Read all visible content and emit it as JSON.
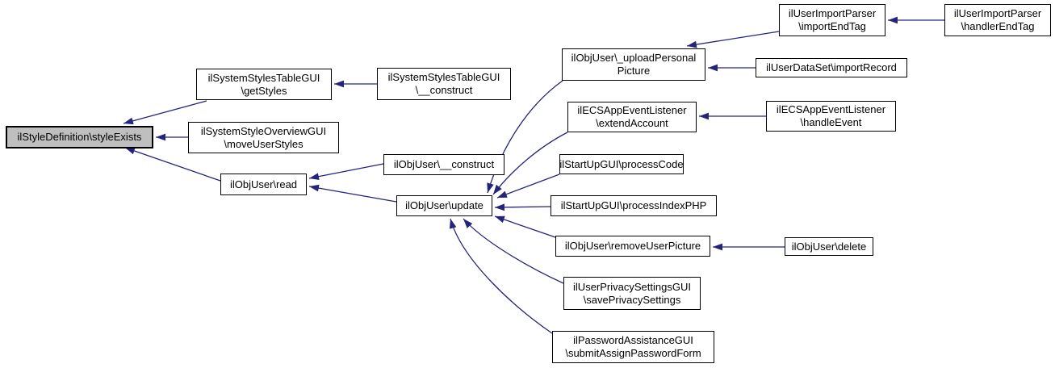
{
  "diagram": {
    "kind": "doxygen-caller-graph",
    "colors": {
      "background": "#ffffff",
      "edge": "#25247b",
      "node_border": "#000000",
      "node_fill": "#ffffff",
      "highlight_fill": "#bfbfbf"
    },
    "nodes": [
      {
        "id": "styleExists",
        "label": "ilStyleDefinition\\styleExists",
        "highlighted": true
      },
      {
        "id": "getStyles",
        "label": "ilSystemStylesTableGUI\n\\getStyles",
        "highlighted": false
      },
      {
        "id": "stylesTableConstruct",
        "label": "ilSystemStylesTableGUI\n\\__construct",
        "highlighted": false
      },
      {
        "id": "moveUserStyles",
        "label": "ilSystemStyleOverviewGUI\n\\moveUserStyles",
        "highlighted": false
      },
      {
        "id": "read",
        "label": "ilObjUser\\read",
        "highlighted": false
      },
      {
        "id": "objUserConstruct",
        "label": "ilObjUser\\__construct",
        "highlighted": false
      },
      {
        "id": "update",
        "label": "ilObjUser\\update",
        "highlighted": false
      },
      {
        "id": "uploadPersonalPicture",
        "label": "ilObjUser\\_uploadPersonal\nPicture",
        "highlighted": false
      },
      {
        "id": "importEndTag",
        "label": "ilUserImportParser\n\\importEndTag",
        "highlighted": false
      },
      {
        "id": "handlerEndTag",
        "label": "ilUserImportParser\n\\handlerEndTag",
        "highlighted": false
      },
      {
        "id": "importRecord",
        "label": "ilUserDataSet\\importRecord",
        "highlighted": false
      },
      {
        "id": "extendAccount",
        "label": "ilECSAppEventListener\n\\extendAccount",
        "highlighted": false
      },
      {
        "id": "handleEvent",
        "label": "ilECSAppEventListener\n\\handleEvent",
        "highlighted": false
      },
      {
        "id": "processCode",
        "label": "ilStartUpGUI\\processCode",
        "highlighted": false
      },
      {
        "id": "processIndexPHP",
        "label": "ilStartUpGUI\\processIndexPHP",
        "highlighted": false
      },
      {
        "id": "removeUserPicture",
        "label": "ilObjUser\\removeUserPicture",
        "highlighted": false
      },
      {
        "id": "delete",
        "label": "ilObjUser\\delete",
        "highlighted": false
      },
      {
        "id": "savePrivacySettings",
        "label": "ilUserPrivacySettingsGUI\n\\savePrivacySettings",
        "highlighted": false
      },
      {
        "id": "submitAssignPasswordForm",
        "label": "ilPasswordAssistanceGUI\n\\submitAssignPasswordForm",
        "highlighted": false
      }
    ],
    "edges": [
      {
        "from": "getStyles",
        "to": "styleExists"
      },
      {
        "from": "moveUserStyles",
        "to": "styleExists"
      },
      {
        "from": "read",
        "to": "styleExists"
      },
      {
        "from": "stylesTableConstruct",
        "to": "getStyles"
      },
      {
        "from": "objUserConstruct",
        "to": "read"
      },
      {
        "from": "update",
        "to": "read"
      },
      {
        "from": "uploadPersonalPicture",
        "to": "update"
      },
      {
        "from": "importEndTag",
        "to": "uploadPersonalPicture"
      },
      {
        "from": "handlerEndTag",
        "to": "importEndTag"
      },
      {
        "from": "importRecord",
        "to": "uploadPersonalPicture"
      },
      {
        "from": "handleEvent",
        "to": "extendAccount"
      },
      {
        "from": "extendAccount",
        "to": "update"
      },
      {
        "from": "processCode",
        "to": "update"
      },
      {
        "from": "processIndexPHP",
        "to": "update"
      },
      {
        "from": "removeUserPicture",
        "to": "update"
      },
      {
        "from": "delete",
        "to": "removeUserPicture"
      },
      {
        "from": "savePrivacySettings",
        "to": "update"
      },
      {
        "from": "submitAssignPasswordForm",
        "to": "update"
      }
    ]
  }
}
